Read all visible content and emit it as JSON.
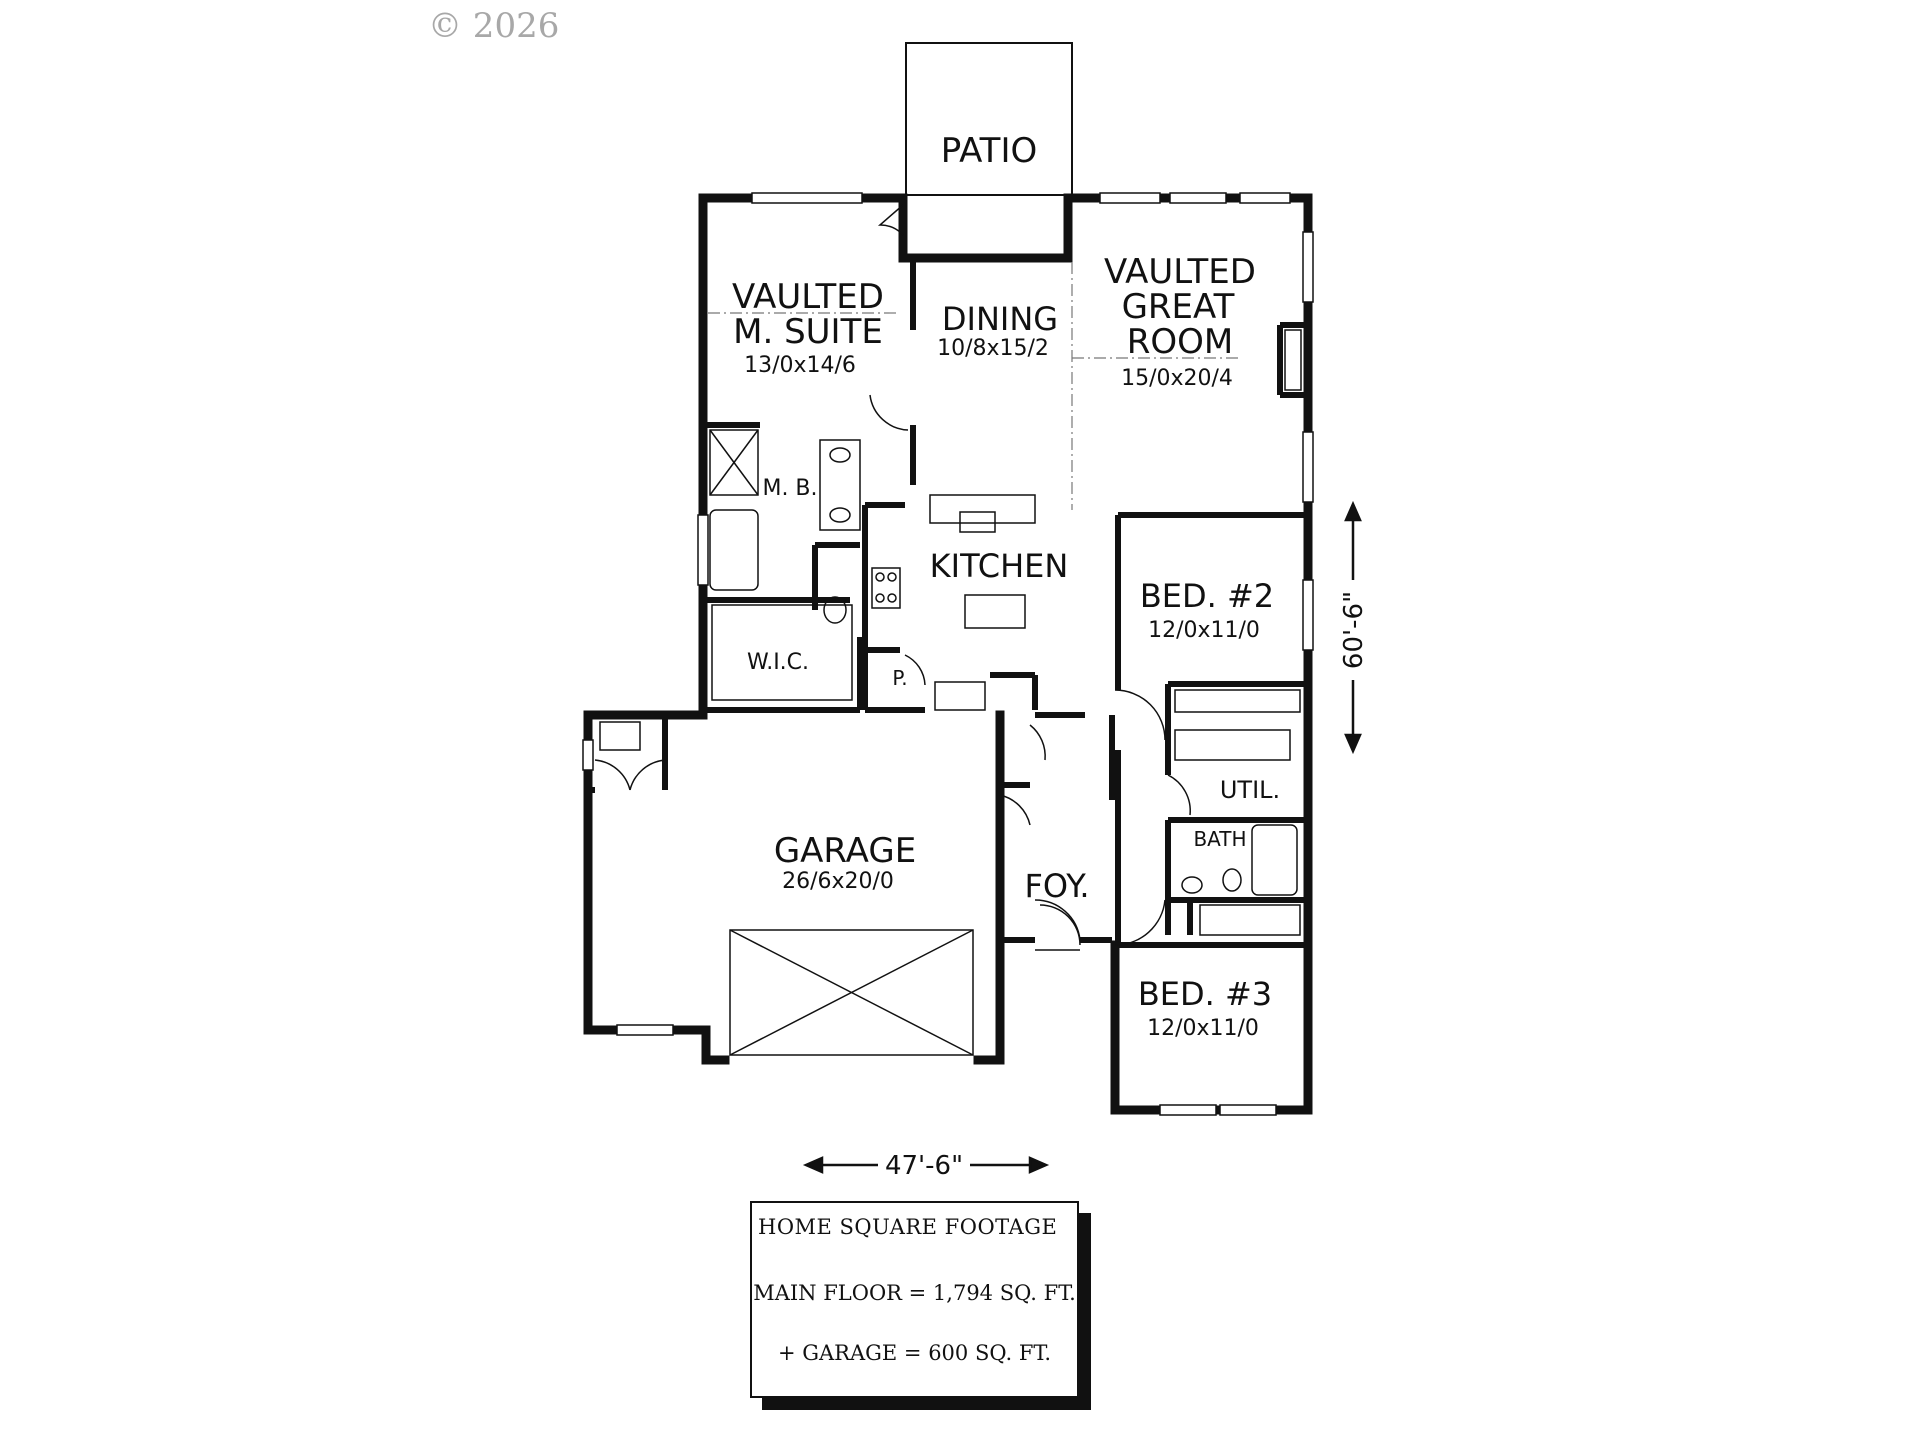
{
  "copyright": "© 2026",
  "rooms": {
    "patio": "PATIO",
    "suite_title_1": "VAULTED",
    "suite_title_2": "M. SUITE",
    "suite_dims": "13/0x14/6",
    "dining": "DINING",
    "dining_dims": "10/8x15/2",
    "great_1": "VAULTED",
    "great_2": "GREAT",
    "great_3": "ROOM",
    "great_dims": "15/0x20/4",
    "mb": "M. B.",
    "kitchen": "KITCHEN",
    "wic": "W.I.C.",
    "pantry": "P.",
    "bed2": "BED. #2",
    "bed2_dims": "12/0x11/0",
    "util": "UTIL.",
    "bath": "BATH",
    "garage": "GARAGE",
    "garage_dims": "26/6x20/0",
    "foyer": "FOY.",
    "bed3": "BED. #3",
    "bed3_dims": "12/0x11/0"
  },
  "dimensions": {
    "width": "47'-6\"",
    "depth": "60'-6\""
  },
  "footage": {
    "title": "HOME SQUARE FOOTAGE",
    "main_floor": "MAIN FLOOR  =  1,794 SQ. FT.",
    "garage": "+ GARAGE = 600 SQ. FT."
  }
}
